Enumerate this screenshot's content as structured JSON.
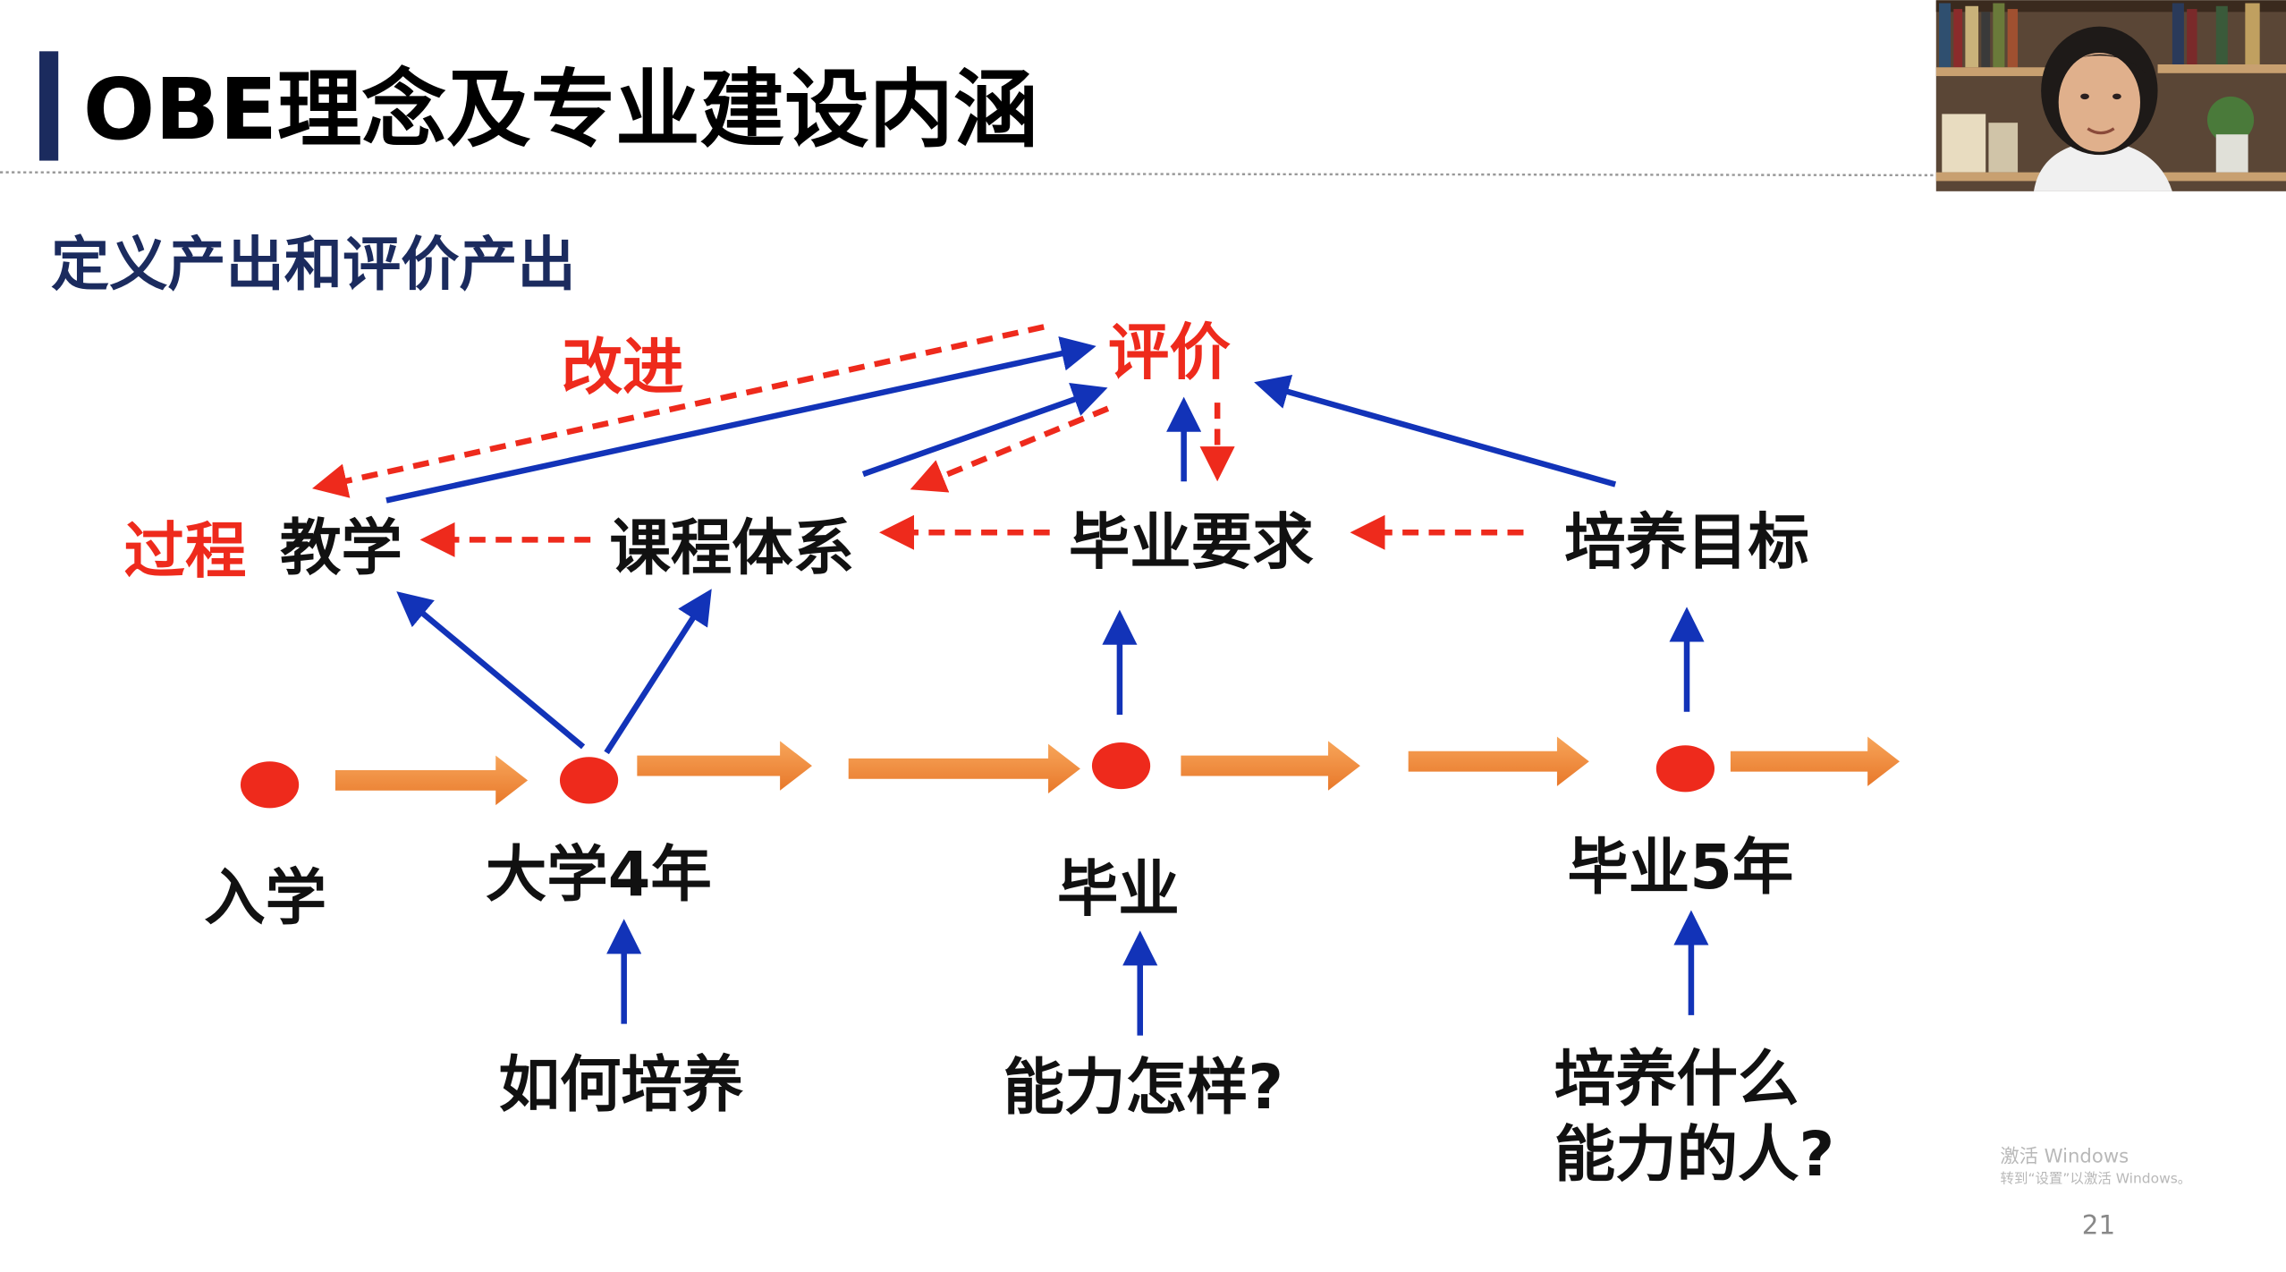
{
  "slide": {
    "title": "OBE理念及专业建设内涵",
    "subtitle": "定义产出和评价产出",
    "page_number": "21",
    "diagram": {
      "evaluate": "评价",
      "improve": "改进",
      "process": "过程",
      "nodes": [
        "教学",
        "课程体系",
        "毕业要求",
        "培养目标"
      ],
      "timeline": [
        "入学",
        "大学4年",
        "毕业",
        "毕业5年"
      ],
      "questions": [
        "如何培养",
        "能力怎样?",
        "培养什么",
        "能力的人?"
      ]
    }
  },
  "watermark": {
    "line1": "激活 Windows",
    "line2": "转到“设置”以激活 Windows。"
  },
  "colors": {
    "navy": "#1b2b5e",
    "red": "#ee2a1c",
    "blue": "#1233b8",
    "orange": "#f28a30"
  }
}
